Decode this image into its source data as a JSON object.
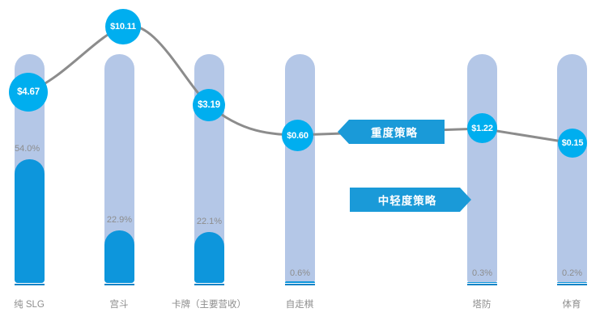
{
  "chart_data": {
    "type": "bar",
    "title": "",
    "subtitle": "",
    "xlabel": "",
    "ylabel": "",
    "grid": false,
    "legend_position": "none",
    "categories": [
      "纯 SLG",
      "宫斗",
      "卡牌（主要营收）",
      "自走棋",
      "塔防",
      "体育"
    ],
    "series": [
      {
        "name": "占比",
        "type": "bar",
        "unit": "%",
        "values": [
          54.0,
          22.9,
          22.1,
          0.6,
          0.3,
          0.2
        ],
        "labels": [
          "54.0%",
          "22.9%",
          "22.1%",
          "0.6%",
          "0.3%",
          "0.2%"
        ]
      },
      {
        "name": "ARPU",
        "type": "line",
        "unit": "$",
        "values": [
          4.67,
          10.11,
          3.19,
          0.6,
          1.22,
          0.15
        ],
        "labels": [
          "$4.67",
          "$10.11",
          "$3.19",
          "$0.60",
          "$1.22",
          "$0.15"
        ]
      }
    ],
    "annotations": [
      {
        "text": "重度策略",
        "direction": "left"
      },
      {
        "text": "中轻度策略",
        "direction": "right"
      }
    ]
  },
  "colors": {
    "bar_track": "#b4c7e7",
    "bar_fill": "#0d96dc",
    "bar_underline": "#1683c6",
    "dot": "#00aeef",
    "line": "#8c8c8c",
    "callout": "#1a9ad8",
    "label_text": "#8d8d8d",
    "background": "#ffffff"
  },
  "bars": [
    {
      "category": "纯 SLG",
      "pct_label": "54.0%",
      "value_label": "$4.67"
    },
    {
      "category": "宫斗",
      "pct_label": "22.9%",
      "value_label": "$10.11"
    },
    {
      "category": "卡牌（主要营收）",
      "pct_label": "22.1%",
      "value_label": "$3.19"
    },
    {
      "category": "自走棋",
      "pct_label": "0.6%",
      "value_label": "$0.60"
    },
    {
      "category": "塔防",
      "pct_label": "0.3%",
      "value_label": "$1.22"
    },
    {
      "category": "体育",
      "pct_label": "0.2%",
      "value_label": "$0.15"
    }
  ],
  "annotations": {
    "heavy": "重度策略",
    "light": "中轻度策略"
  }
}
